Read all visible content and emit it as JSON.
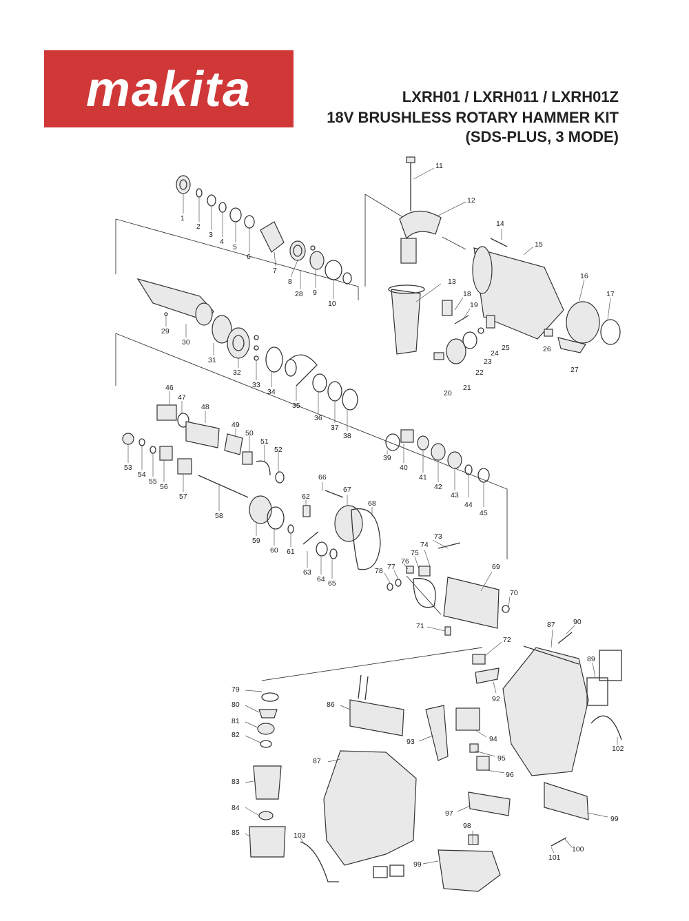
{
  "brand": {
    "logo_text": "makita",
    "registered": "®",
    "color": "#d03838"
  },
  "title": {
    "line1": "LXRH01 / LXRH011 / LXRH01Z",
    "line2": "18V BRUSHLESS ROTARY HAMMER KIT",
    "line3": "(SDS-PLUS, 3 MODE)"
  },
  "parts": [
    "1",
    "2",
    "3",
    "4",
    "5",
    "6",
    "7",
    "8",
    "9",
    "10",
    "11",
    "12",
    "13",
    "14",
    "15",
    "16",
    "17",
    "18",
    "19",
    "20",
    "21",
    "22",
    "23",
    "24",
    "25",
    "26",
    "27",
    "28",
    "29",
    "30",
    "31",
    "32",
    "33",
    "34",
    "35",
    "36",
    "37",
    "38",
    "39",
    "40",
    "41",
    "42",
    "43",
    "44",
    "45",
    "46",
    "47",
    "48",
    "49",
    "50",
    "51",
    "52",
    "53",
    "54",
    "55",
    "56",
    "57",
    "58",
    "59",
    "60",
    "61",
    "62",
    "63",
    "64",
    "65",
    "66",
    "67",
    "68",
    "69",
    "70",
    "71",
    "72",
    "73",
    "74",
    "75",
    "76",
    "77",
    "78",
    "79",
    "80",
    "81",
    "82",
    "83",
    "84",
    "85",
    "86",
    "87",
    "87",
    "89",
    "90",
    "92",
    "93",
    "94",
    "95",
    "96",
    "97",
    "98",
    "99",
    "99",
    "100",
    "101",
    "102",
    "103"
  ]
}
